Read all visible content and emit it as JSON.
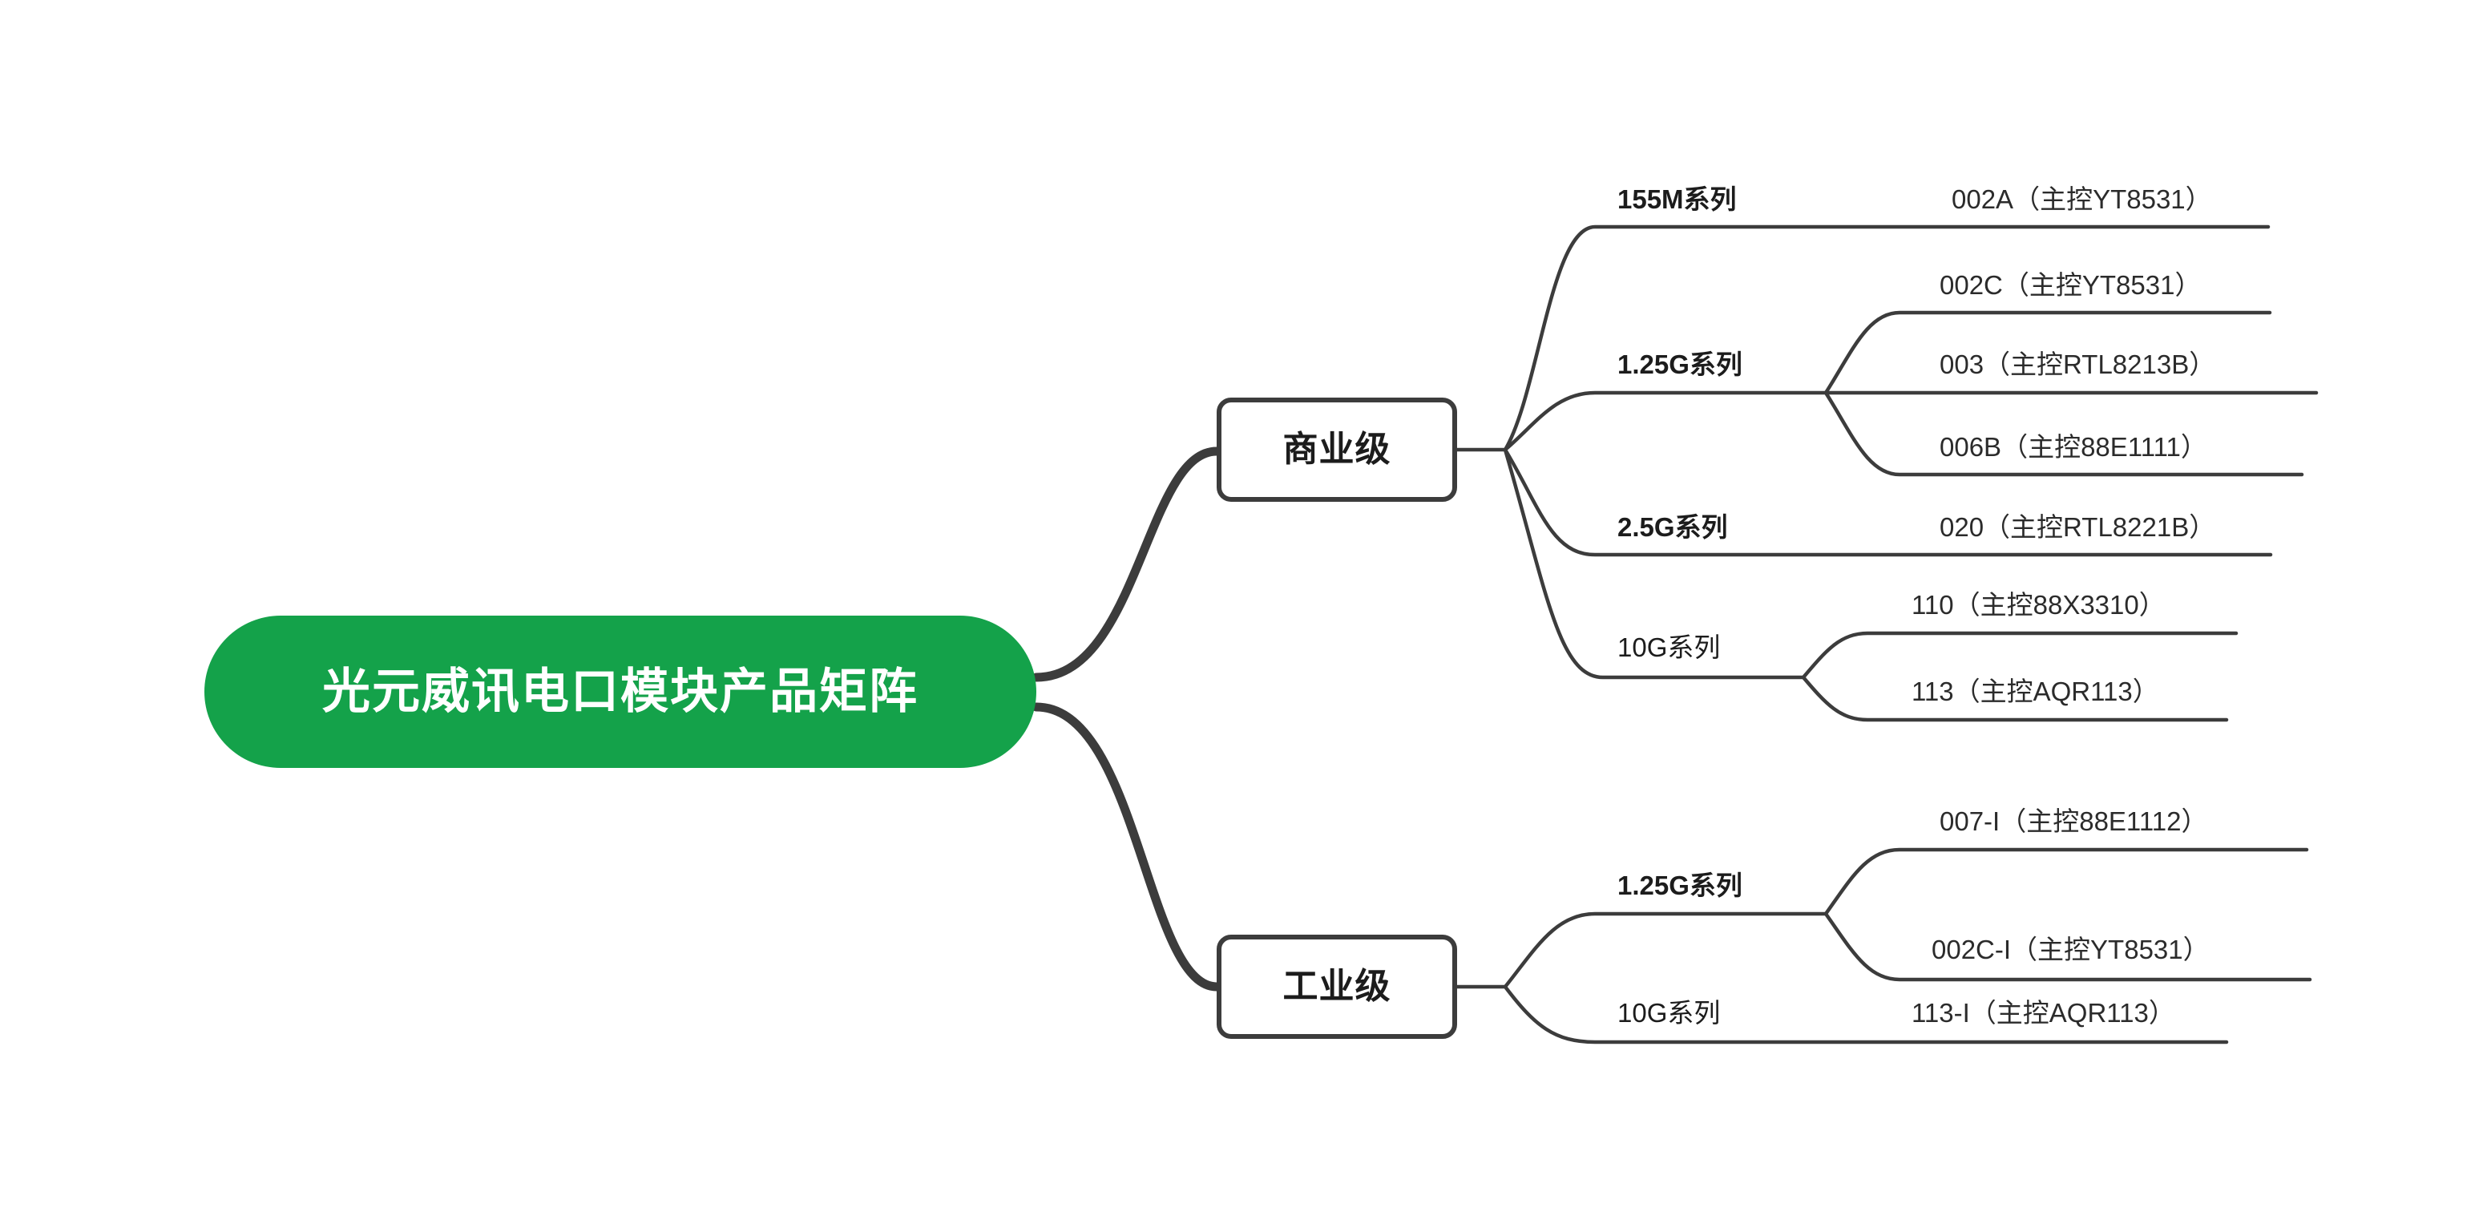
{
  "diagram": {
    "type": "mindmap",
    "title": "光元威讯电口模块产品矩阵",
    "background_color": "#ffffff",
    "accent_color": "#14a24a",
    "line_color": "#3c3c3c",
    "text_color": "#1c1c1c"
  },
  "root": {
    "label": "光元威讯电口模块产品矩阵"
  },
  "branches": [
    {
      "id": "commercial",
      "label": "商业级",
      "series": [
        {
          "id": "155m",
          "label": "155M系列",
          "bold": true,
          "items": [
            {
              "label": "002A（主控YT8531）"
            }
          ]
        },
        {
          "id": "1g25",
          "label": "1.25G系列",
          "bold": true,
          "items": [
            {
              "label": "002C（主控YT8531）"
            },
            {
              "label": "003（主控RTL8213B）"
            },
            {
              "label": "006B（主控88E1111）"
            }
          ]
        },
        {
          "id": "2g5",
          "label": "2.5G系列",
          "bold": true,
          "items": [
            {
              "label": "020（主控RTL8221B）"
            }
          ]
        },
        {
          "id": "10g",
          "label": "10G系列",
          "bold": false,
          "items": [
            {
              "label": "110（主控88X3310）"
            },
            {
              "label": "113（主控AQR113）"
            }
          ]
        }
      ]
    },
    {
      "id": "industrial",
      "label": "工业级",
      "series": [
        {
          "id": "1g25i",
          "label": "1.25G系列",
          "bold": true,
          "items": [
            {
              "label": "007-I（主控88E1112）"
            },
            {
              "label": "002C-I（主控YT8531）"
            }
          ]
        },
        {
          "id": "10gi",
          "label": "10G系列",
          "bold": false,
          "items": [
            {
              "label": "113-I（主控AQR113）"
            }
          ]
        }
      ]
    }
  ],
  "labels": {
    "l2_155m": "155M系列",
    "l2_1g25": "1.25G系列",
    "l2_2g5": "2.5G系列",
    "l2_10g": "10G系列",
    "l2_1g25i": "1.25G系列",
    "l2_10gi": "10G系列",
    "leaf_002a": "002A（主控YT8531）",
    "leaf_002c": "002C（主控YT8531）",
    "leaf_003": "003（主控RTL8213B）",
    "leaf_006b": "006B（主控88E1111）",
    "leaf_020": "020（主控RTL8221B）",
    "leaf_110": "110（主控88X3310）",
    "leaf_113": "113（主控AQR113）",
    "leaf_007i": "007-I（主控88E1112）",
    "leaf_002ci": "002C-I（主控YT8531）",
    "leaf_113i": "113-I（主控AQR113）"
  }
}
